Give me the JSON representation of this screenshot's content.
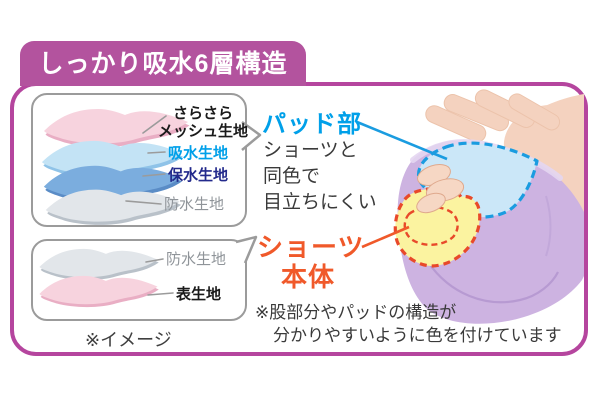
{
  "badge": {
    "title": "しっかり吸水6層構造"
  },
  "pad_layer_box": {
    "labels": {
      "mesh_line1": "さらさら",
      "mesh_line2": "メッシュ生地",
      "absorbent": "吸水生地",
      "water_retention": "保水生地",
      "waterproof": "防水生地"
    }
  },
  "shorts_layer_box": {
    "labels": {
      "waterproof": "防水生地",
      "outer": "表生地"
    },
    "caption": "※イメージ"
  },
  "pad_callout": {
    "title": "パッド部",
    "desc_line1": "ショーツと",
    "desc_line2": "同色で",
    "desc_line3": "目立ちにくい"
  },
  "shorts_callout": {
    "title_line1": "ショーツ",
    "title_line2": "本体"
  },
  "footnote": {
    "line1": "※股部分やパッドの構造が",
    "line2": "分かりやすいように色を付けています"
  },
  "colors": {
    "badge_magenta": "#b3539e",
    "panel_border_magenta": "#b5459e",
    "absorbent_label_cyan": "#00a0e9",
    "retention_label_navy": "#232a8c",
    "waterproof_label_gray": "#8f9499",
    "pad_dash_blue": "#1a9ce0",
    "shorts_orange": "#f0592a",
    "crotch_dash_red": "#e8492a",
    "shorts_lavender": "#cdb3e1",
    "pad_fill_blue": "#cbe7f8",
    "crotch_fill_yellow": "#fbf3a0",
    "sheet_pink": "#f7d3de",
    "sheet_light_blue": "#c3e3f5",
    "sheet_medium_blue": "#7badde",
    "sheet_gray": "#e2e6ea"
  }
}
